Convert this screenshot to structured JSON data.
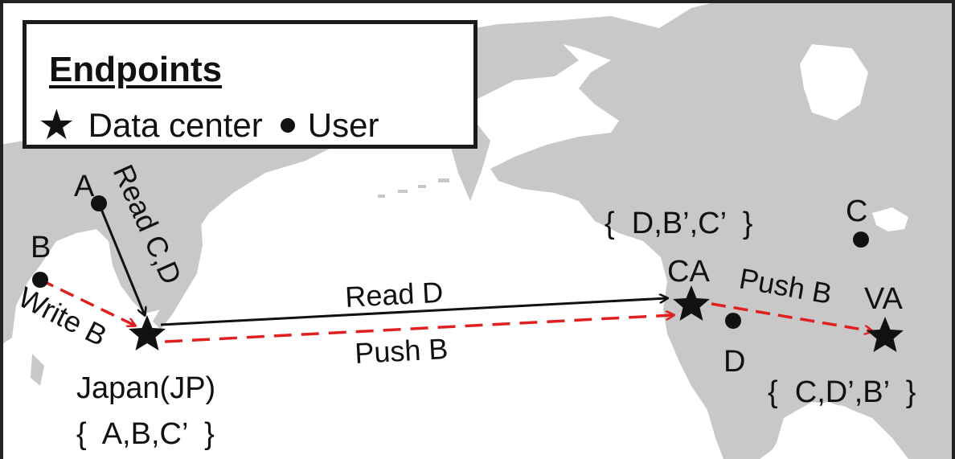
{
  "colors": {
    "land": "#c8c8c8",
    "ocean": "#ffffff",
    "read_arrow": "#111111",
    "push_arrow": "#e02020"
  },
  "legend": {
    "title": "Endpoints",
    "data_center_icon": "star-icon",
    "data_center_label": "Data center",
    "user_icon": "dot-icon",
    "user_label": "User"
  },
  "users": {
    "A": "A",
    "B": "B",
    "C": "C",
    "D": "D"
  },
  "datacenters": {
    "jp": "Japan(JP)",
    "ca": "CA",
    "va": "VA"
  },
  "replica_sets": {
    "jp": "{  A,B,C’  }",
    "ca": "{  D,B’,C’  }",
    "va": "{  C,D’,B’  }"
  },
  "arrows": {
    "read_cd": "Read C,D",
    "write_b": "Write B",
    "read_d": "Read D",
    "push_b_ca": "Push B",
    "push_b_va": "Push B"
  }
}
